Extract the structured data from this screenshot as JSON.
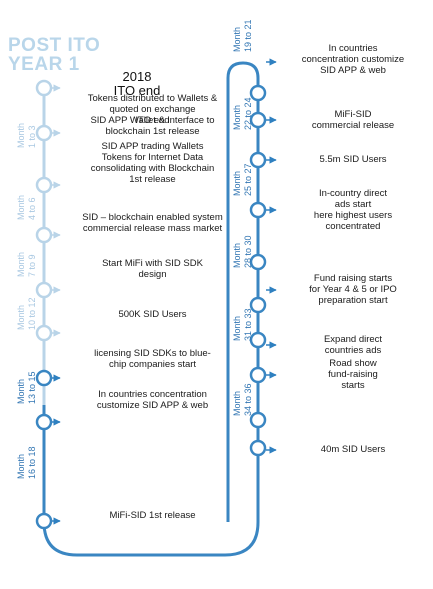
{
  "heading": {
    "line1": "POST ITO",
    "line2": "YEAR 1"
  },
  "intro": {
    "year": "2018",
    "label": "ITO end"
  },
  "colors": {
    "line_light": "#b9d4e8",
    "line_dark": "#3a86c2",
    "arrow": "#2f80c0",
    "node_fill": "#ffffff",
    "month_light": "#a9c8e2",
    "month_dark": "#3276b3"
  },
  "left_months": [
    {
      "text": "Month\n1 to 3",
      "shade": "light"
    },
    {
      "text": "Month\n4 to 6",
      "shade": "light"
    },
    {
      "text": "Month\n7 to 9",
      "shade": "light"
    },
    {
      "text": "Month\n10 to 12",
      "shade": "light"
    },
    {
      "text": "Month\n13 to 15",
      "shade": "dark"
    },
    {
      "text": "Month\n16 to 18",
      "shade": "dark"
    }
  ],
  "right_months": [
    {
      "text": "Month\n19 to 21"
    },
    {
      "text": "Month\n22 to 24"
    },
    {
      "text": "Month\n25 to 27"
    },
    {
      "text": "Month\n28 to 30"
    },
    {
      "text": "Month\n31 to 33"
    },
    {
      "text": "Month\n34 to 36"
    }
  ],
  "left_events": [
    {
      "text": "Tokens distributed to Wallets &\nquoted on exchange\nITO end",
      "shade": "light"
    },
    {
      "text": "SID APP Wallet & interface to\nblockchain 1st release",
      "shade": "light"
    },
    {
      "text": "SID APP trading Wallets\nTokens for Internet Data\nconsolidating with Blockchain\n1st release",
      "shade": "light"
    },
    {
      "text": "SID – blockchain enabled system\ncommercial release mass market",
      "shade": "light"
    },
    {
      "text": "Start MiFi with SID SDK\ndesign",
      "shade": "light"
    },
    {
      "text": "500K SID Users",
      "shade": "light"
    },
    {
      "text": "licensing SID SDKs to blue-\nchip companies start",
      "shade": "dark"
    },
    {
      "text": "In countries concentration\ncustomize SID APP & web",
      "shade": "dark"
    },
    {
      "text": "MiFi-SID 1st release",
      "shade": "dark"
    }
  ],
  "right_events": [
    {
      "text": "In countries\nconcentration customize\nSID APP & web"
    },
    {
      "text": "MiFi-SID\ncommercial release"
    },
    {
      "text": "5.5m SID Users"
    },
    {
      "text": "In-country direct\nads start\nhere highest users\nconcentrated"
    },
    {
      "text": "Fund raising starts\nfor Year 4 & 5 or IPO\npreparation start"
    },
    {
      "text": "Expand direct\ncountries ads"
    },
    {
      "text": "Road show\nfund-raising\nstarts"
    },
    {
      "text": "40m SID Users"
    }
  ]
}
